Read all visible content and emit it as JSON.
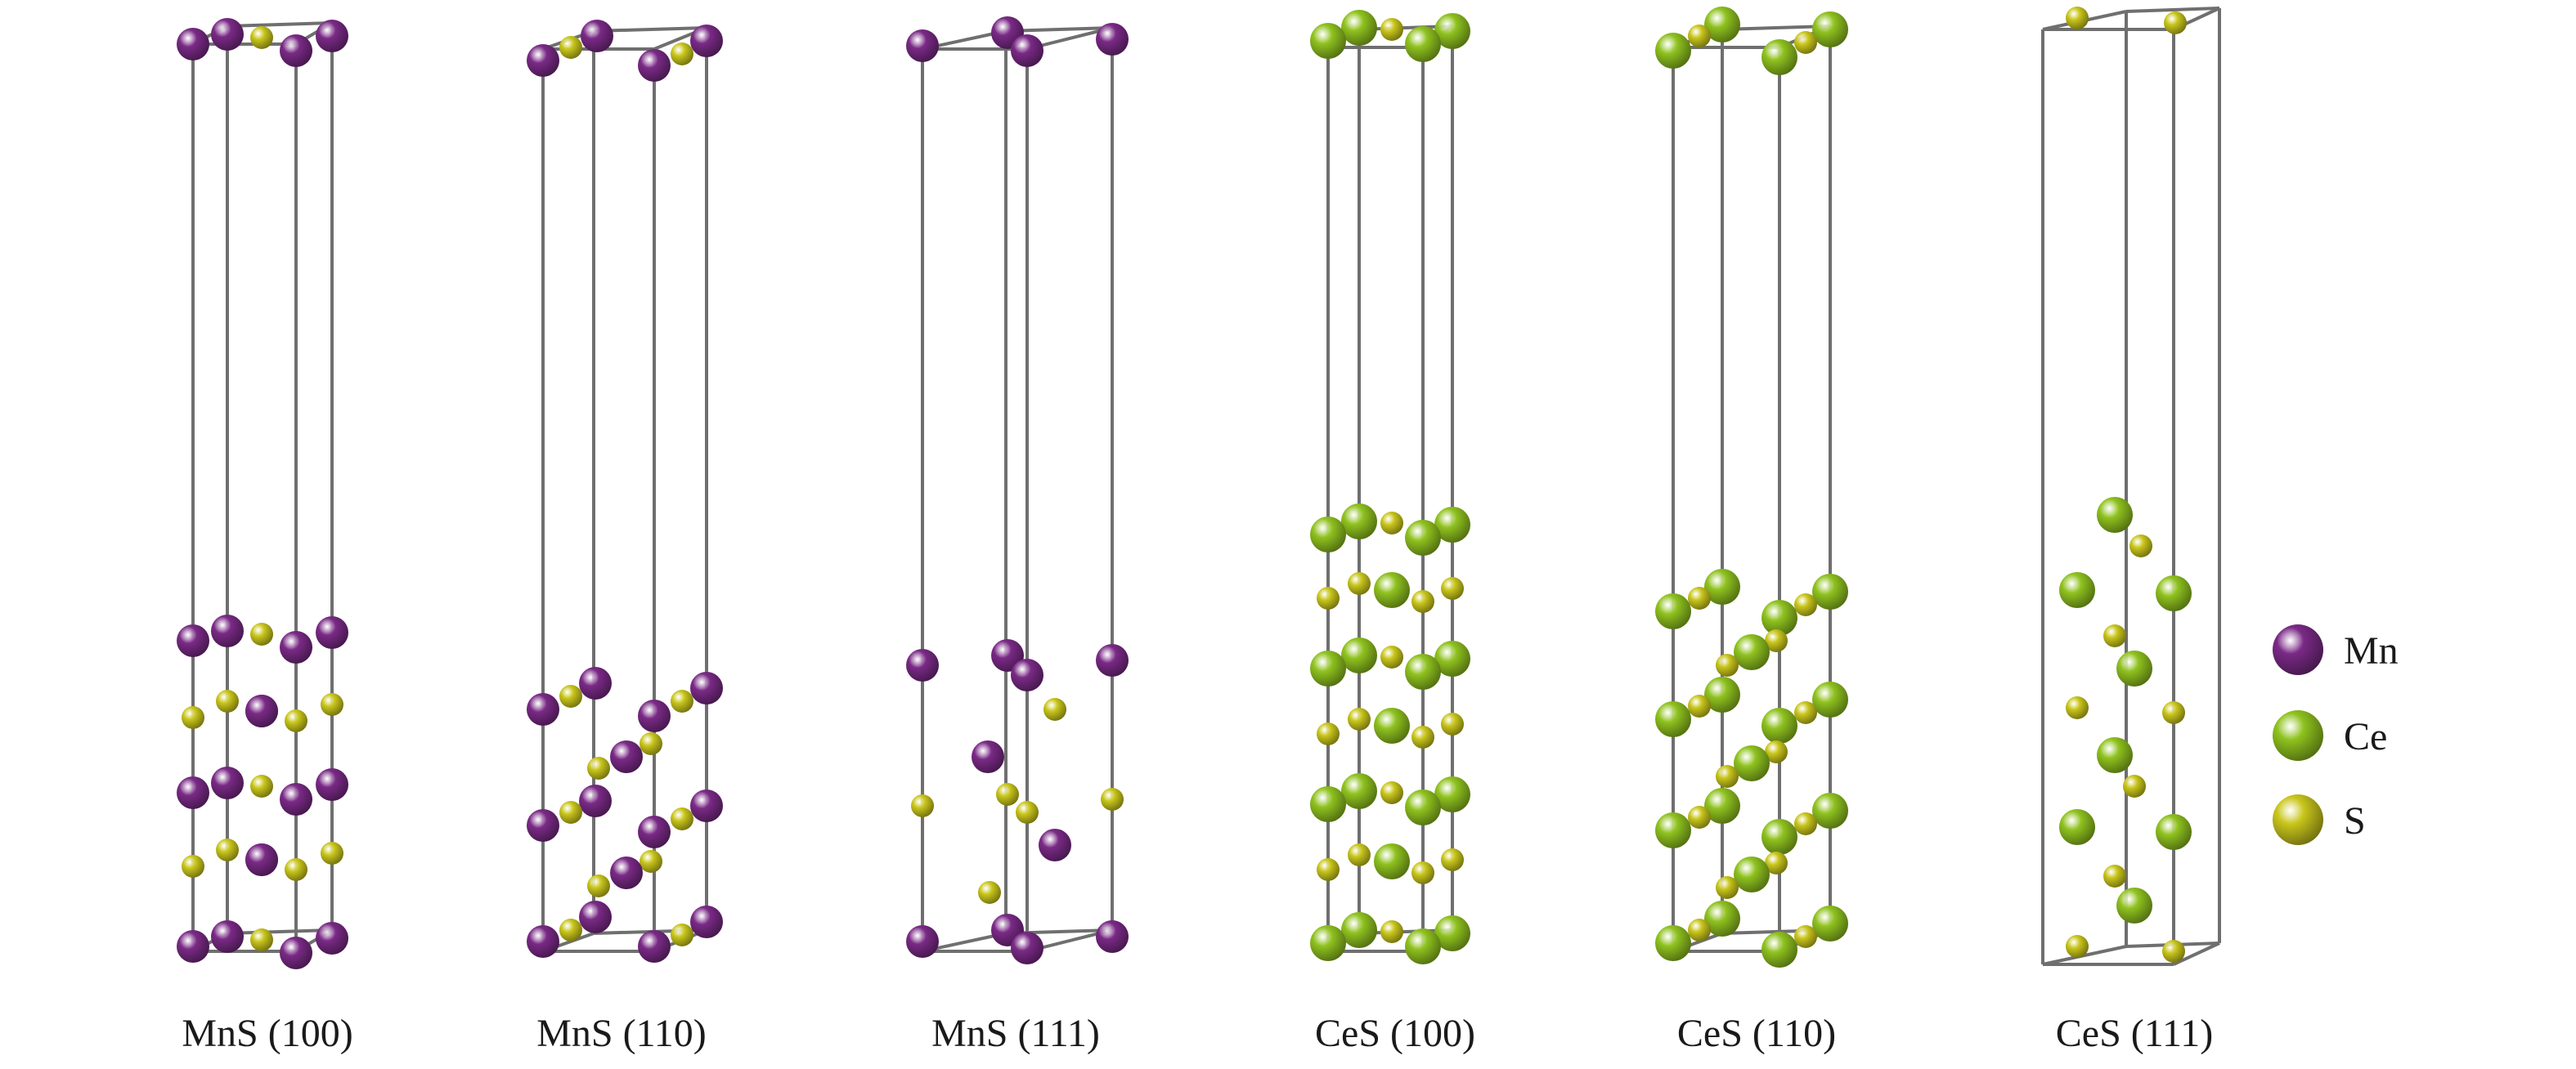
{
  "colors": {
    "Mn": "#7a2a86",
    "Ce": "#8fc21f",
    "S": "#c9c61c",
    "frame": "#6f6f6f"
  },
  "legend": [
    {
      "label": "Mn",
      "element": "Mn"
    },
    {
      "label": "Ce",
      "element": "Ce"
    },
    {
      "label": "S",
      "element": "S"
    }
  ],
  "panels": [
    {
      "caption": "MnS (100)",
      "host": "Mn"
    },
    {
      "caption": "MnS (110)",
      "host": "Mn"
    },
    {
      "caption": "MnS (111)",
      "host": "Mn"
    },
    {
      "caption": "CeS (100)",
      "host": "Ce"
    },
    {
      "caption": "CeS (110)",
      "host": "Ce"
    },
    {
      "caption": "CeS (111)",
      "host": "Ce"
    }
  ]
}
